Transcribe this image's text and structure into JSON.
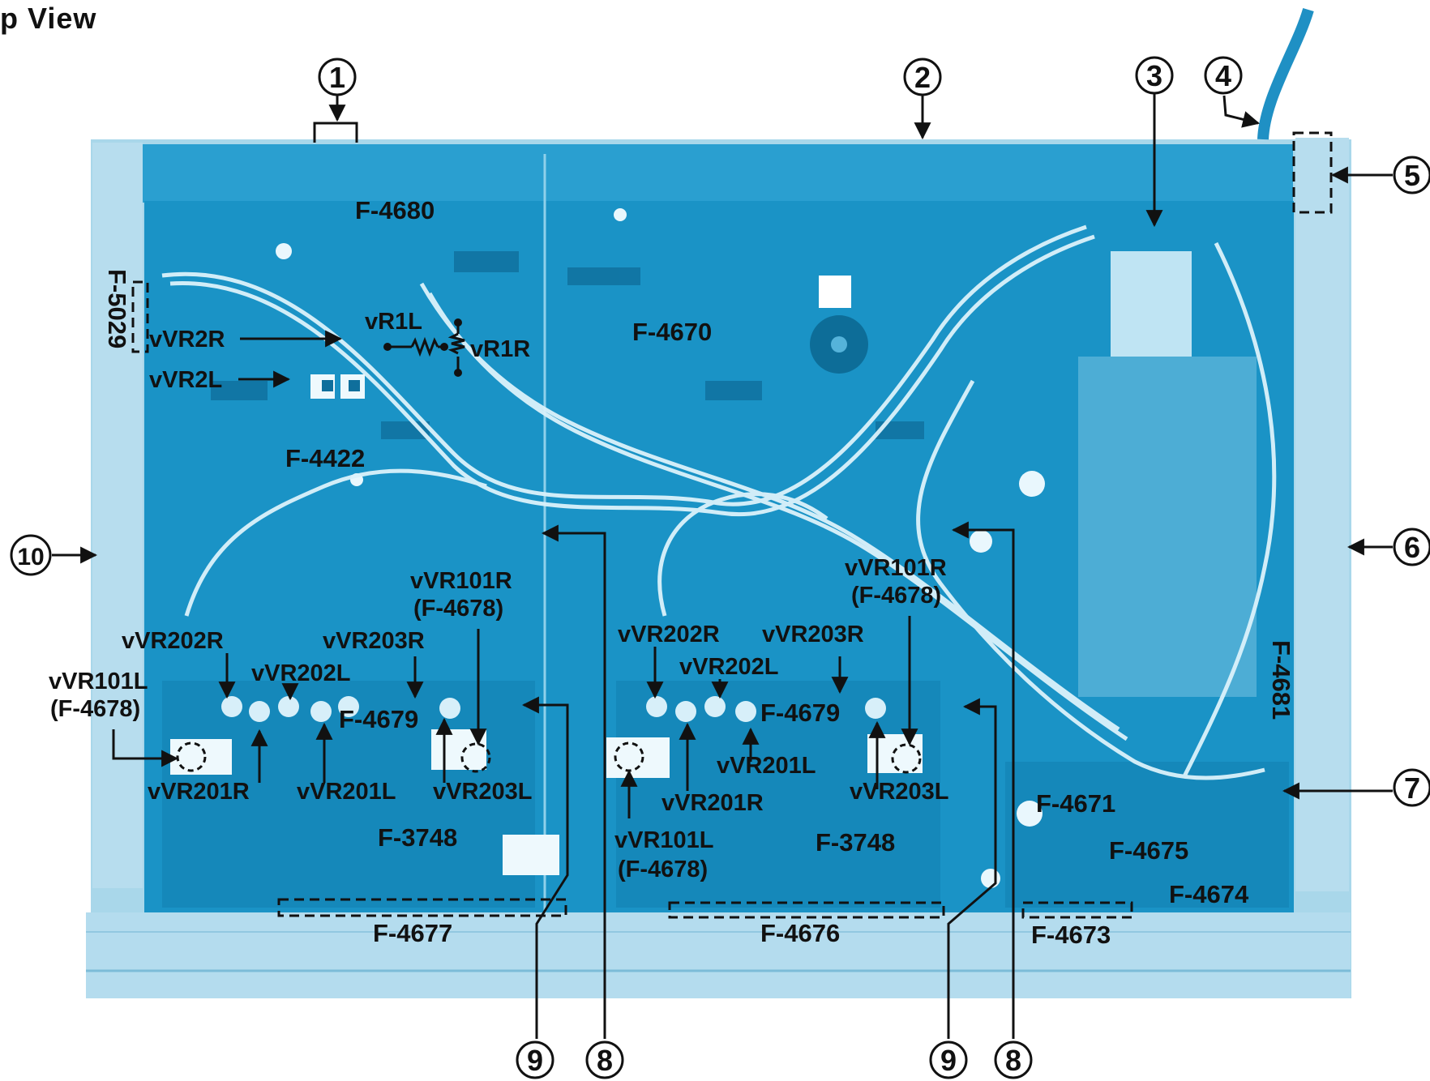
{
  "title": "p View",
  "colors": {
    "chassis": "#1796c8",
    "chassis_dark": "#0c6f9c",
    "frame": "#a8d6ea",
    "wire": "#d9f0fa",
    "ink": "#111111"
  },
  "callouts": [
    {
      "id": "c1",
      "label": "1"
    },
    {
      "id": "c2",
      "label": "2"
    },
    {
      "id": "c3",
      "label": "3"
    },
    {
      "id": "c4",
      "label": "4"
    },
    {
      "id": "c5",
      "label": "5"
    },
    {
      "id": "c6",
      "label": "6"
    },
    {
      "id": "c7",
      "label": "7"
    },
    {
      "id": "c8a",
      "label": "8"
    },
    {
      "id": "c8b",
      "label": "8"
    },
    {
      "id": "c9a",
      "label": "9"
    },
    {
      "id": "c9b",
      "label": "9"
    },
    {
      "id": "c10",
      "label": "10"
    }
  ],
  "boards": {
    "f4680": "F-4680",
    "f5029": "F-5029",
    "f4670": "F-4670",
    "f4422": "F-4422",
    "f4681": "F-4681",
    "f4679a": "F-4679",
    "f4679b": "F-4679",
    "f3748a": "F-3748",
    "f3748b": "F-3748",
    "f4671": "F-4671",
    "f4675": "F-4675",
    "f4674": "F-4674",
    "f4677": "F-4677",
    "f4676": "F-4676",
    "f4673": "F-4673"
  },
  "vr_labels": {
    "vvr2r": "vVR2R",
    "vvr2l": "vVR2L",
    "vr1l": "vR1L",
    "vr1r": "vR1R",
    "l_vvr101r": "vVR101R",
    "l_vvr101r_sub": "(F-4678)",
    "l_vvr202r": "vVR202R",
    "l_vvr203r": "vVR203R",
    "l_vvr202l": "vVR202L",
    "l_vvr101l": "vVR101L",
    "l_vvr101l_sub": "(F-4678)",
    "l_vvr201r": "vVR201R",
    "l_vvr201l": "vVR201L",
    "l_vvr203l": "vVR203L",
    "r_vvr202r": "vVR202R",
    "r_vvr203r": "vVR203R",
    "r_vvr202l": "vVR202L",
    "r_vvr101r": "vVR101R",
    "r_vvr101r_sub": "(F-4678)",
    "r_vvr201l": "vVR201L",
    "r_vvr201r": "vVR201R",
    "r_vvr203l": "vVR203L",
    "r_vvr101l": "vVR101L",
    "r_vvr101l_sub": "(F-4678)"
  }
}
